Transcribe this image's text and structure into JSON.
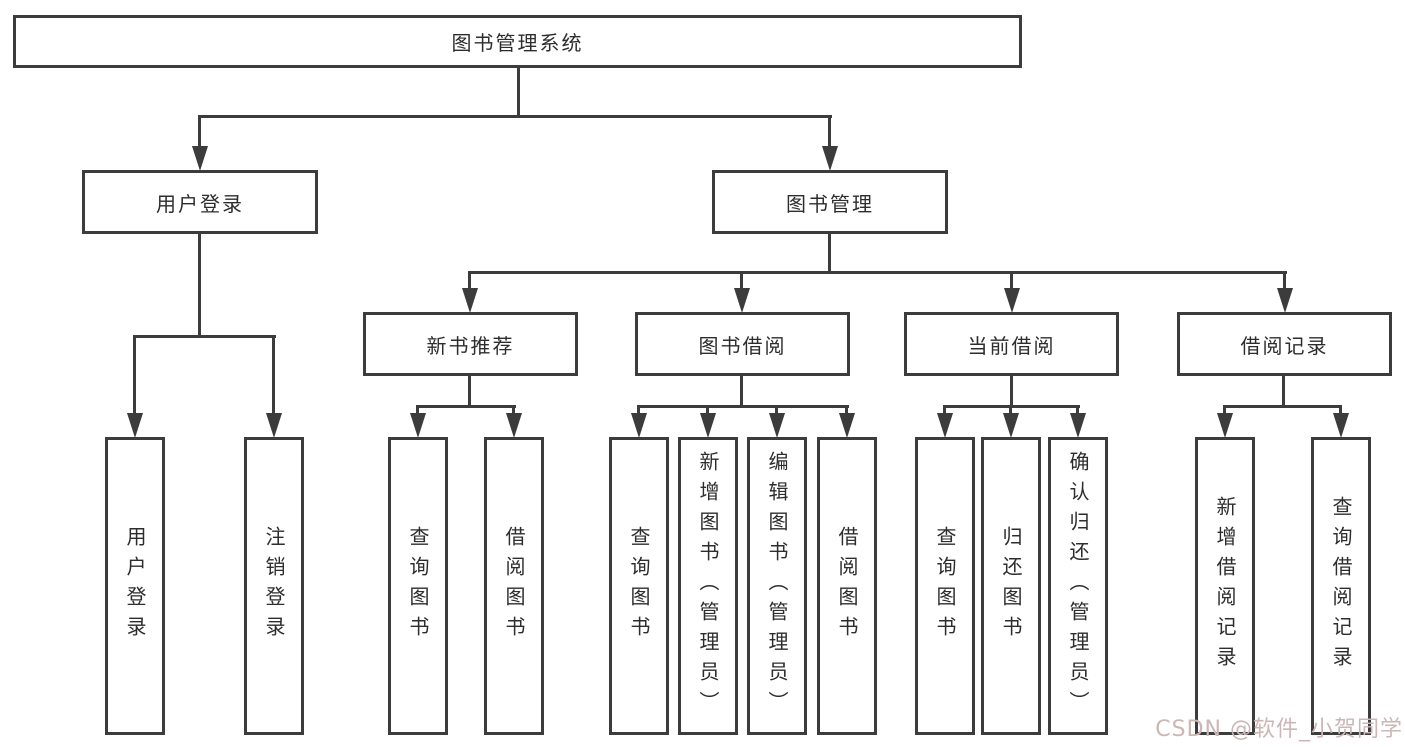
{
  "title": "图书管理系统",
  "level2": {
    "login": "用户登录",
    "mgmt": "图书管理"
  },
  "level3": {
    "rec": "新书推荐",
    "borrow": "图书借阅",
    "current": "当前借阅",
    "record": "借阅记录"
  },
  "leaves": {
    "login_user": "用户登录",
    "login_logout": "注销登录",
    "rec_query": "查询图书",
    "rec_borrow": "借阅图书",
    "borrow_query": "查询图书",
    "borrow_add": "新增图书（管理员）",
    "borrow_edit": "编辑图书（管理员）",
    "borrow_lend": "借阅图书",
    "current_query": "查询图书",
    "current_return": "归还图书",
    "current_confirm": "确认归还（管理员）",
    "record_add": "新增借阅记录",
    "record_query": "查询借阅记录"
  },
  "watermark": "CSDN @软件_小贺同学",
  "colors": {
    "line": "#3c3c3c",
    "text": "#2d2d2d",
    "watermark": "#ccb6b6",
    "background": "#ffffff"
  }
}
